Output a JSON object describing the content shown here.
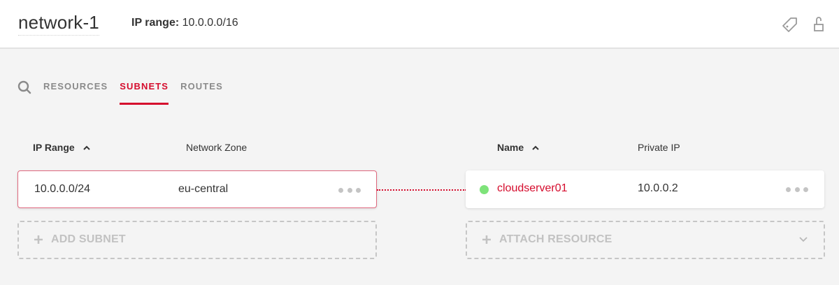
{
  "header": {
    "network_name": "network-1",
    "ip_range_label": "IP range:",
    "ip_range_value": "10.0.0.0/16",
    "icons": [
      "tag-icon",
      "unlock-icon"
    ]
  },
  "tabs": {
    "search_icon": "search-icon",
    "items": [
      {
        "label": "RESOURCES",
        "active": false
      },
      {
        "label": "SUBNETS",
        "active": true
      },
      {
        "label": "ROUTES",
        "active": false
      }
    ]
  },
  "subnets": {
    "columns": {
      "ip_range": "IP Range",
      "network_zone": "Network Zone"
    },
    "sort_icon": "chevron-up-icon",
    "rows": [
      {
        "ip_range": "10.0.0.0/24",
        "network_zone": "eu-central",
        "selected": true
      }
    ],
    "add_button": "ADD SUBNET"
  },
  "resources": {
    "columns": {
      "name": "Name",
      "private_ip": "Private IP"
    },
    "sort_icon": "chevron-up-icon",
    "rows": [
      {
        "name": "cloudserver01",
        "private_ip": "10.0.0.2",
        "status": "running",
        "status_color": "#7ee37a"
      }
    ],
    "attach_button": "ATTACH RESOURCE"
  },
  "colors": {
    "accent": "#d50c2d",
    "background": "#f4f4f4",
    "card": "#ffffff",
    "muted": "#8a8a8a",
    "status_running": "#7ee37a"
  }
}
